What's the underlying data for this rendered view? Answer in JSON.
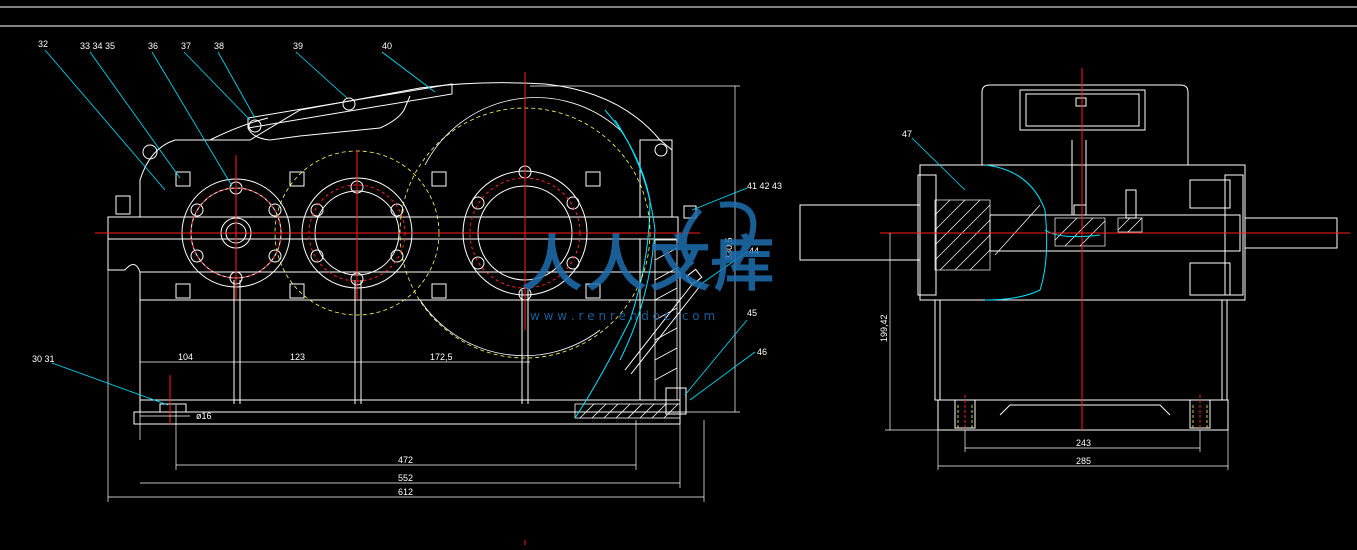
{
  "colors": {
    "background": "#000000",
    "outline": "#ffffff",
    "center_line": "#ff2020",
    "leader": "#00e5ff",
    "pitch_circle": "#ffff66",
    "watermark": "#1e6fb0"
  },
  "part_labels": {
    "p32": "32",
    "p333435": "33 34 35",
    "p36": "36",
    "p37": "37",
    "p38": "38",
    "p39": "39",
    "p40": "40",
    "p414243": "41 42 43",
    "p44": "44",
    "p45": "45",
    "p46": "46",
    "p47": "47",
    "p3031": "30 31"
  },
  "dimensions": {
    "d104": "104",
    "d123": "123",
    "d1725": "172,5",
    "d16": "ø16",
    "d472": "472",
    "d552": "552",
    "d612": "612",
    "d3305": "330,5",
    "d19942": "199,42",
    "d243": "243",
    "d285": "285"
  },
  "watermark": {
    "logo_text": "人人文库",
    "url_text": "w w w . r e n r e n d o c . c o m"
  }
}
